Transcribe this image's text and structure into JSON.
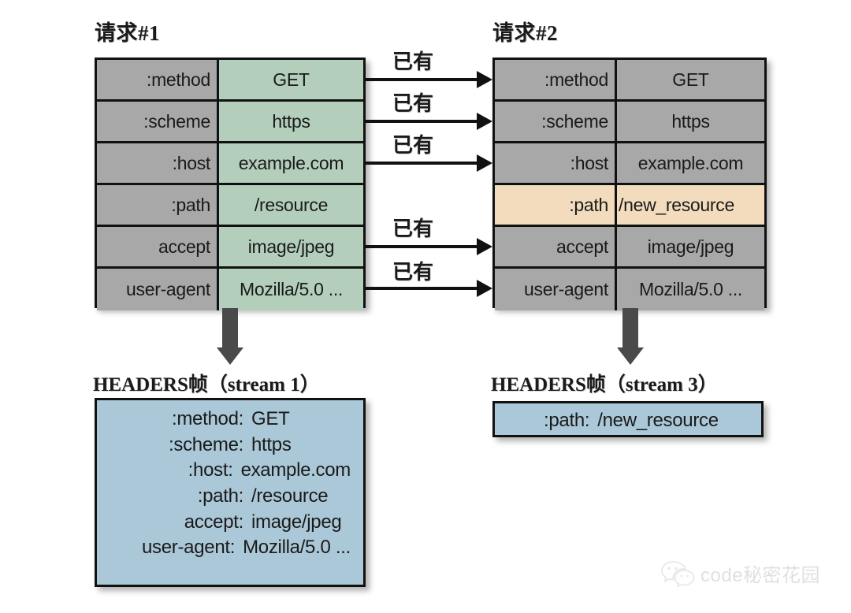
{
  "diagram": {
    "title_request1": "请求#1",
    "title_request2": "请求#2",
    "already_have_label": "已有",
    "request1": {
      "rows": [
        {
          "name": ":method",
          "value": "GET",
          "highlight": false
        },
        {
          "name": ":scheme",
          "value": "https",
          "highlight": false
        },
        {
          "name": ":host",
          "value": "example.com",
          "highlight": false
        },
        {
          "name": ":path",
          "value": "/resource",
          "highlight": false
        },
        {
          "name": "accept",
          "value": "image/jpeg",
          "highlight": false
        },
        {
          "name": "user-agent",
          "value": "Mozilla/5.0 ...",
          "highlight": false
        }
      ]
    },
    "request2": {
      "rows": [
        {
          "name": ":method",
          "value": "GET",
          "highlight": false
        },
        {
          "name": ":scheme",
          "value": "https",
          "highlight": false
        },
        {
          "name": ":host",
          "value": "example.com",
          "highlight": false
        },
        {
          "name": ":path",
          "value": "/new_resource",
          "highlight": true
        },
        {
          "name": "accept",
          "value": "image/jpeg",
          "highlight": false
        },
        {
          "name": "user-agent",
          "value": "Mozilla/5.0 ...",
          "highlight": false
        }
      ]
    },
    "frame1": {
      "caption": "HEADERS帧（stream 1）",
      "lines": [
        {
          "key": ":method:",
          "value": "GET"
        },
        {
          "key": ":scheme:",
          "value": "https"
        },
        {
          "key": ":host:",
          "value": "example.com"
        },
        {
          "key": ":path:",
          "value": "/resource"
        },
        {
          "key": "accept:",
          "value": "image/jpeg"
        },
        {
          "key": "user-agent:",
          "value": "Mozilla/5.0 ..."
        }
      ]
    },
    "frame2": {
      "caption": "HEADERS帧（stream 3）",
      "lines": [
        {
          "key": ":path:",
          "value": "/new_resource"
        }
      ]
    },
    "watermark": {
      "text": "code秘密花园",
      "icon": "wechat-icon"
    },
    "colors": {
      "cell_gray": "#a8a8a8",
      "cell_green": "#b3cfbb",
      "cell_orange": "#f2dcbd",
      "frame_blue": "#abc8d8",
      "border": "#111111",
      "arrow_gray": "#4a4a4a",
      "background": "#ffffff"
    }
  }
}
